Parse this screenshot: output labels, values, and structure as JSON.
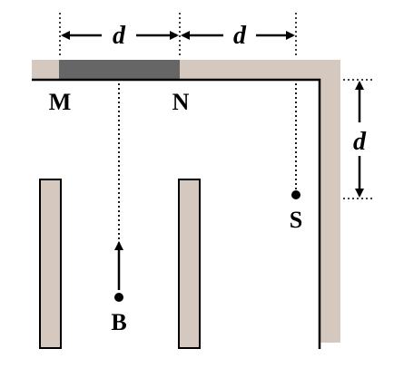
{
  "labels": {
    "point_m": "M",
    "point_n": "N",
    "point_b": "B",
    "point_s": "S",
    "dim_top_left": "d",
    "dim_top_right": "d",
    "dim_right": "d"
  },
  "colors": {
    "wall_fill": "#d5c8bf",
    "mirror_fill": "#666666",
    "line": "#000000",
    "background": "#ffffff"
  }
}
